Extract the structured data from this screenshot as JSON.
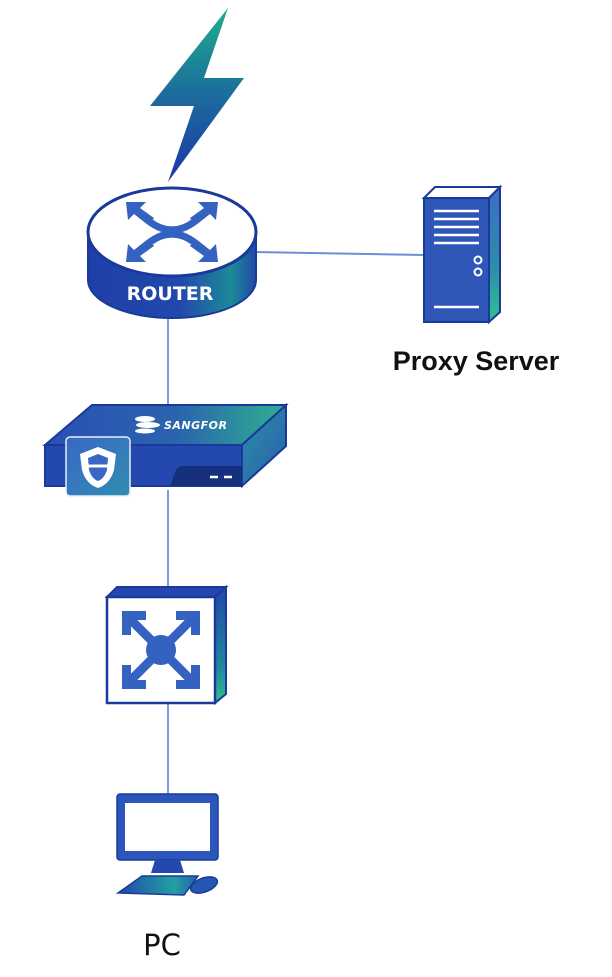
{
  "diagram": {
    "title": "Network topology with proxy server",
    "colors": {
      "primary_blue": "#2a4fb0",
      "dark_blue": "#1a3a9a",
      "icon_blue": "#3462c0",
      "teal": "#1fa88a",
      "link_line": "#6d8fd8"
    },
    "nodes": [
      {
        "id": "internet",
        "icon": "lightning-bolt-icon",
        "label": ""
      },
      {
        "id": "router",
        "icon": "router-icon",
        "label": "ROUTER"
      },
      {
        "id": "proxy",
        "icon": "server-icon",
        "label": "Proxy Server"
      },
      {
        "id": "firewall",
        "icon": "firewall-appliance-icon",
        "label": "",
        "brand": "SANGFOR"
      },
      {
        "id": "switch",
        "icon": "switch-icon",
        "label": ""
      },
      {
        "id": "pc",
        "icon": "pc-icon",
        "label": "PC"
      }
    ],
    "links": [
      {
        "from": "internet",
        "to": "router"
      },
      {
        "from": "router",
        "to": "proxy"
      },
      {
        "from": "router",
        "to": "firewall"
      },
      {
        "from": "firewall",
        "to": "switch"
      },
      {
        "from": "switch",
        "to": "pc"
      }
    ]
  }
}
